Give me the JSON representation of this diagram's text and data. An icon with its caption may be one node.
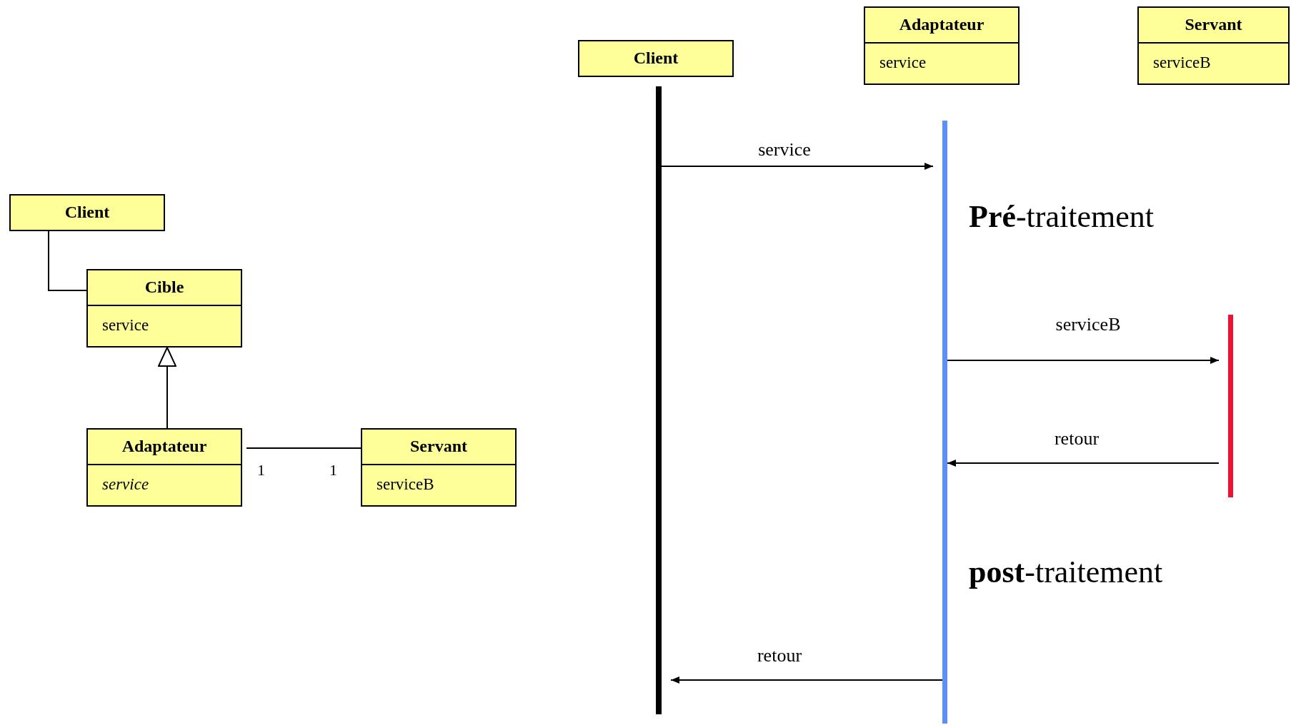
{
  "diagram": {
    "nodes": [
      {
        "text": [
          "Client"
        ]
      },
      {
        "text": [
          "Cible",
          "service"
        ]
      },
      {
        "text": [
          "Adaptateur",
          "service"
        ]
      },
      {
        "text": [
          "Servant",
          "serviceB"
        ]
      },
      {
        "text": [
          "Client"
        ]
      },
      {
        "text": [
          "Adaptateur",
          "service"
        ]
      },
      {
        "text": [
          "Servant",
          "serviceB"
        ]
      },
      {
        "text": [],
        "shape": "bar"
      },
      {
        "text": [],
        "shape": "bar"
      },
      {
        "text": [],
        "shape": "bar"
      }
    ],
    "edges": [
      {
        "from": 0,
        "to": 1,
        "arrow": "none"
      },
      {
        "from": 2,
        "to": 1,
        "arrow": "to"
      },
      {
        "from": 2,
        "to": 3,
        "arrow": "none"
      },
      {
        "from": 7,
        "to": 8,
        "arrow": "to",
        "label": "service"
      },
      {
        "from": 8,
        "to": 9,
        "arrow": "to",
        "label": "serviceB"
      },
      {
        "from": 9,
        "to": 8,
        "arrow": "to",
        "label": "retour"
      },
      {
        "from": 8,
        "to": 7,
        "arrow": "to",
        "label": "retour"
      }
    ],
    "labels": [
      "1",
      "1",
      "**Pré**-traitement",
      "**post**-traitement"
    ]
  }
}
